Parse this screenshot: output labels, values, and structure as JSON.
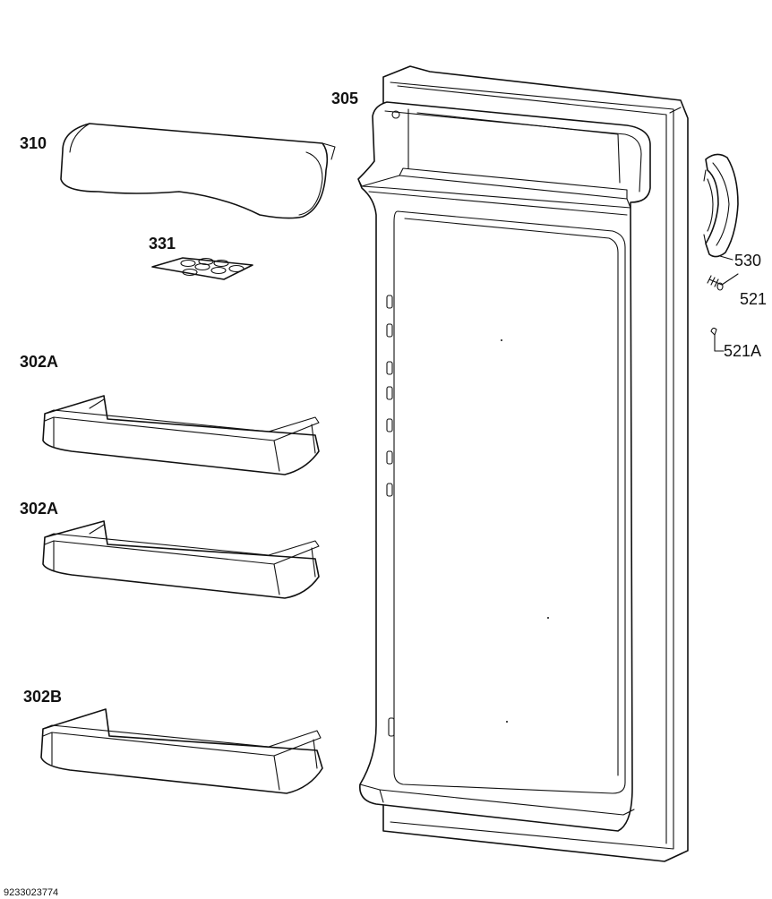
{
  "labels": {
    "door": "305",
    "shelf_cover": "310",
    "egg_tray": "331",
    "bin_upper": "302A",
    "bin_middle": "302A",
    "bin_lower": "302B",
    "handle": "530",
    "screw": "521",
    "screw_cap": "521A"
  },
  "footer": {
    "drawing_number": "9233023774"
  }
}
